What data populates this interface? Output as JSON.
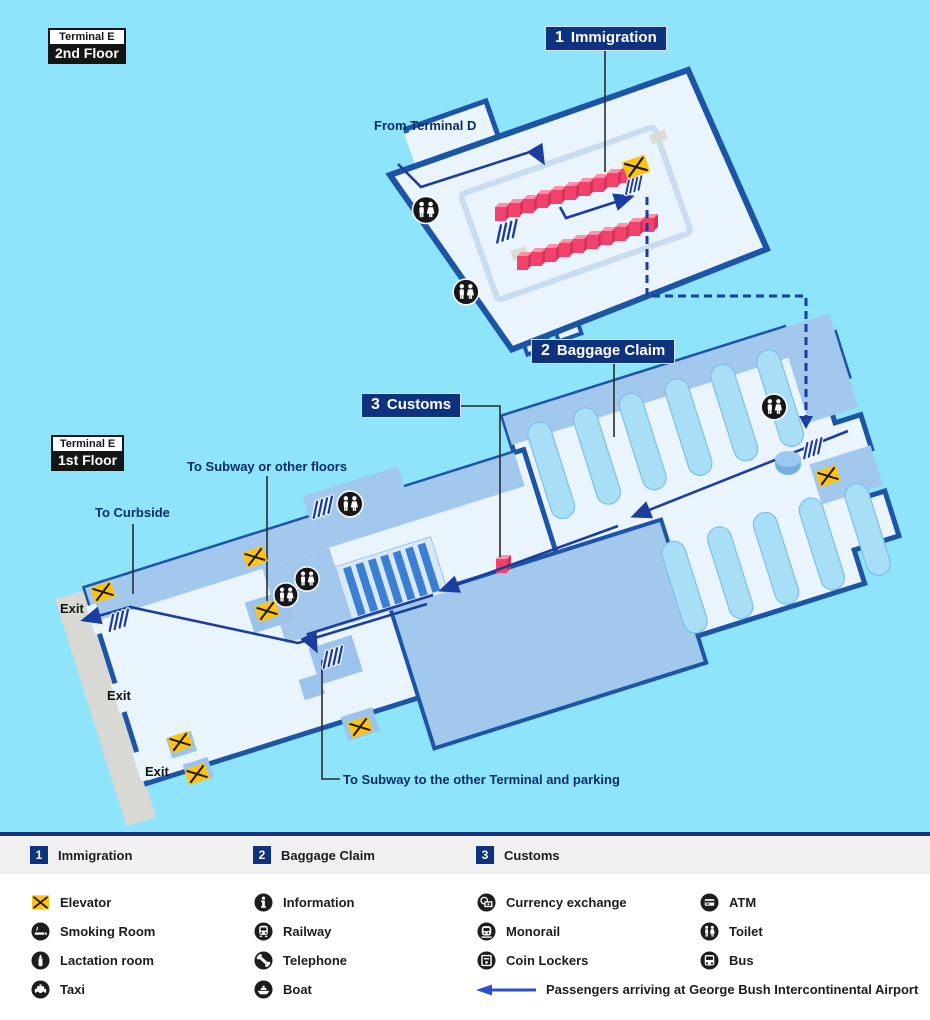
{
  "floor2": {
    "terminal": "Terminal E",
    "floor": "2nd Floor",
    "from_terminal_d": "From Terminal D",
    "immigration": {
      "num": "1",
      "label": "Immigration"
    }
  },
  "floor1": {
    "terminal": "Terminal E",
    "floor": "1st Floor",
    "baggage": {
      "num": "2",
      "label": "Baggage Claim"
    },
    "customs": {
      "num": "3",
      "label": "Customs"
    },
    "to_subway_floors": "To Subway or other floors",
    "to_curbside": "To Curbside",
    "to_subway_terminal": "To Subway to the other Terminal and parking",
    "exit1": "Exit",
    "exit2": "Exit",
    "exit3": "Exit"
  },
  "legend_sections": [
    {
      "num": "1",
      "label": "Immigration"
    },
    {
      "num": "2",
      "label": "Baggage Claim"
    },
    {
      "num": "3",
      "label": "Customs"
    }
  ],
  "legend_icons": {
    "col1": [
      {
        "icon": "elevator-icon",
        "label": "Elevator"
      },
      {
        "icon": "smoking-room-icon",
        "label": "Smoking Room"
      },
      {
        "icon": "lactation-room-icon",
        "label": "Lactation room"
      },
      {
        "icon": "taxi-icon",
        "label": "Taxi"
      }
    ],
    "col2": [
      {
        "icon": "information-icon",
        "label": "Information"
      },
      {
        "icon": "railway-icon",
        "label": "Railway"
      },
      {
        "icon": "telephone-icon",
        "label": "Telephone"
      },
      {
        "icon": "boat-icon",
        "label": "Boat"
      }
    ],
    "col3": [
      {
        "icon": "currency-exchange-icon",
        "label": "Currency exchange"
      },
      {
        "icon": "monorail-icon",
        "label": "Monorail"
      },
      {
        "icon": "coin-lockers-icon",
        "label": "Coin Lockers"
      }
    ],
    "col4": [
      {
        "icon": "atm-icon",
        "label": "ATM"
      },
      {
        "icon": "toilet-icon",
        "label": "Toilet"
      },
      {
        "icon": "bus-icon",
        "label": "Bus"
      }
    ]
  },
  "arrival_note": "Passengers arriving at George Bush Intercontinental Airport",
  "colors": {
    "background": "#8de4fb",
    "floor_fill": "#eaf4fc",
    "map_border": "#1d55a6",
    "accent_blue": "#a2c8ee",
    "carousel": "#a8def6",
    "booth_pink": "#f2426b",
    "elevator_yellow": "#ffc30f",
    "route_arrow": "#1b3e9e",
    "curb_gray": "#d8d8d4",
    "navy_label": "#0f327e"
  }
}
